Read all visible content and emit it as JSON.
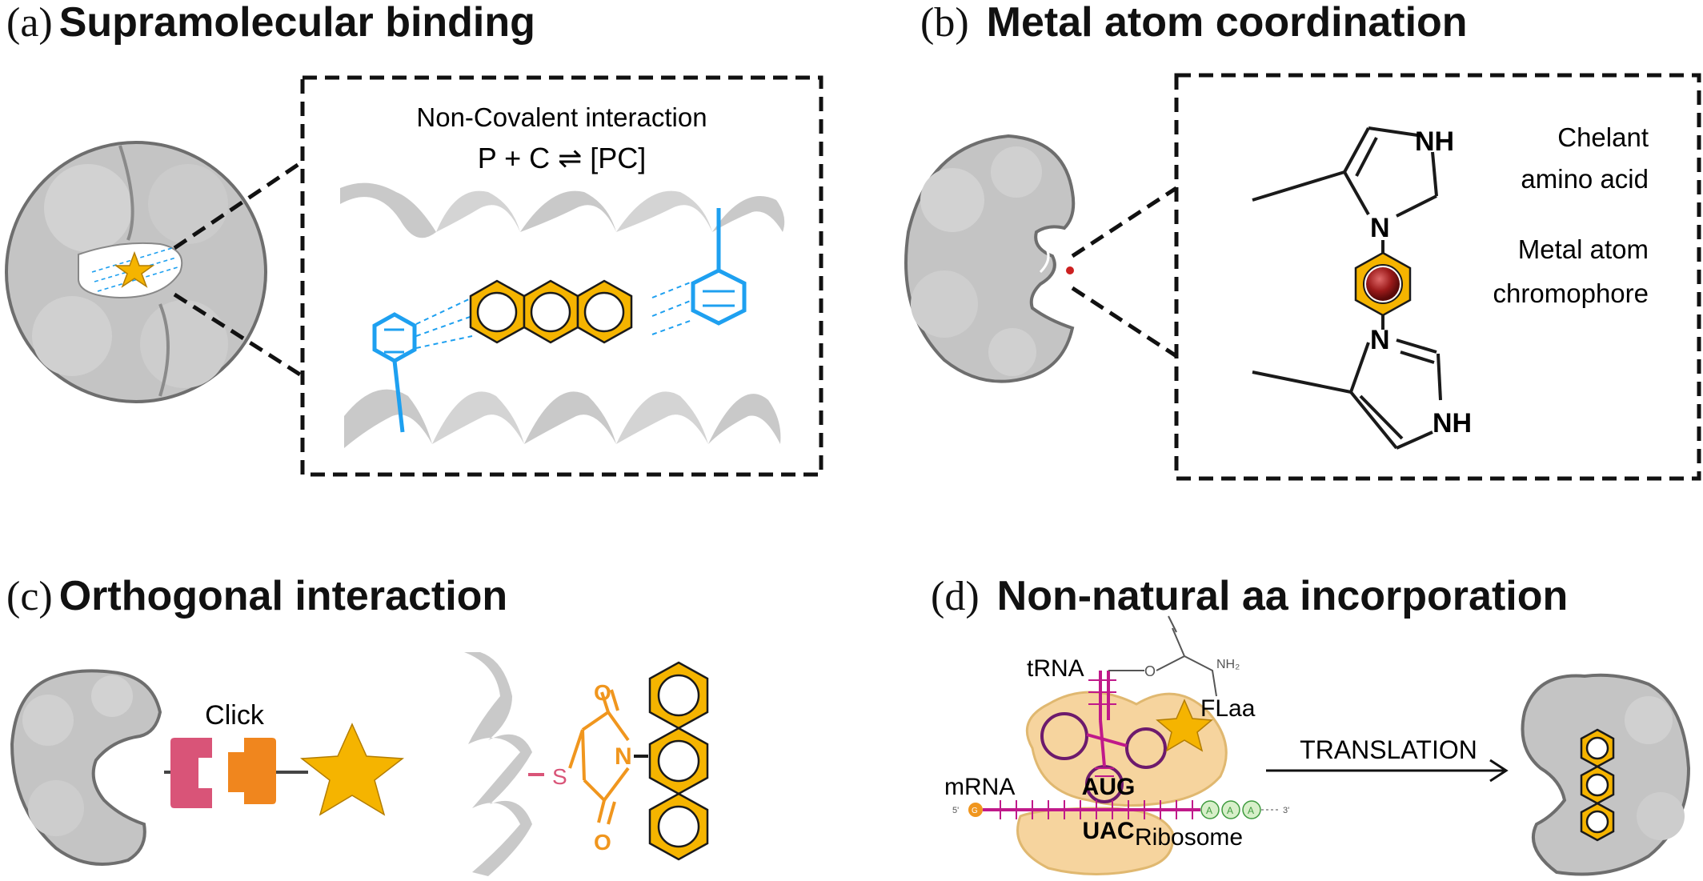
{
  "panels": {
    "a": {
      "letter": "(a)",
      "title": "Supramolecular binding",
      "box_heading": "Non-Covalent interaction",
      "equation": "P + C ⇌ [PC]"
    },
    "b": {
      "letter": "(b)",
      "title": "Metal atom coordination",
      "nh_top": "NH",
      "n_top": "N",
      "n_bottom": "N",
      "nh_bottom": "NH",
      "chelant_label_line1": "Chelant",
      "chelant_label_line2": "amino acid",
      "metal_label_line1": "Metal atom",
      "metal_label_line2": "chromophore"
    },
    "c": {
      "letter": "(c)",
      "title": "Orthogonal interaction",
      "click_label": "Click",
      "s_atom": "S",
      "n_atom": "N",
      "o_top": "O",
      "o_bottom": "O"
    },
    "d": {
      "letter": "(d)",
      "title": "Non-natural aa incorporation",
      "trna_label": "tRNA",
      "nh2_label": "NH₂",
      "o_label": "O",
      "flaa_label": "FLaa",
      "mrna_label": "mRNA",
      "codon": "AUG",
      "anticodon": "UAC",
      "ribosome_label": "Ribosome",
      "five_prime": "5'",
      "three_prime": "3'",
      "g_base": "G",
      "poly_a": [
        "A",
        "A",
        "A"
      ],
      "translation_label": "TRANSLATION"
    }
  },
  "colors": {
    "chromophore_fill": "#f5b400",
    "chromophore_stroke": "#1a1a1a",
    "blue_ring": "#1ea0f0",
    "helix_gray": "#c9c9c9",
    "protein_gray": "#c4c4c4",
    "magenta": "#c0198a",
    "orange": "#f0961e",
    "pink": "#d95478",
    "ribosome": "#f6d49e",
    "metal_red": "#9b1a1a"
  },
  "icons": [
    "protein-blob-icon",
    "star-icon",
    "helix-icon",
    "benzene-ring-icon",
    "anthracene-icon",
    "imidazole-icon",
    "metal-atom-icon",
    "click-connector-icon",
    "maleimide-icon",
    "ribosome-icon",
    "trna-icon",
    "arrow-right-icon"
  ]
}
